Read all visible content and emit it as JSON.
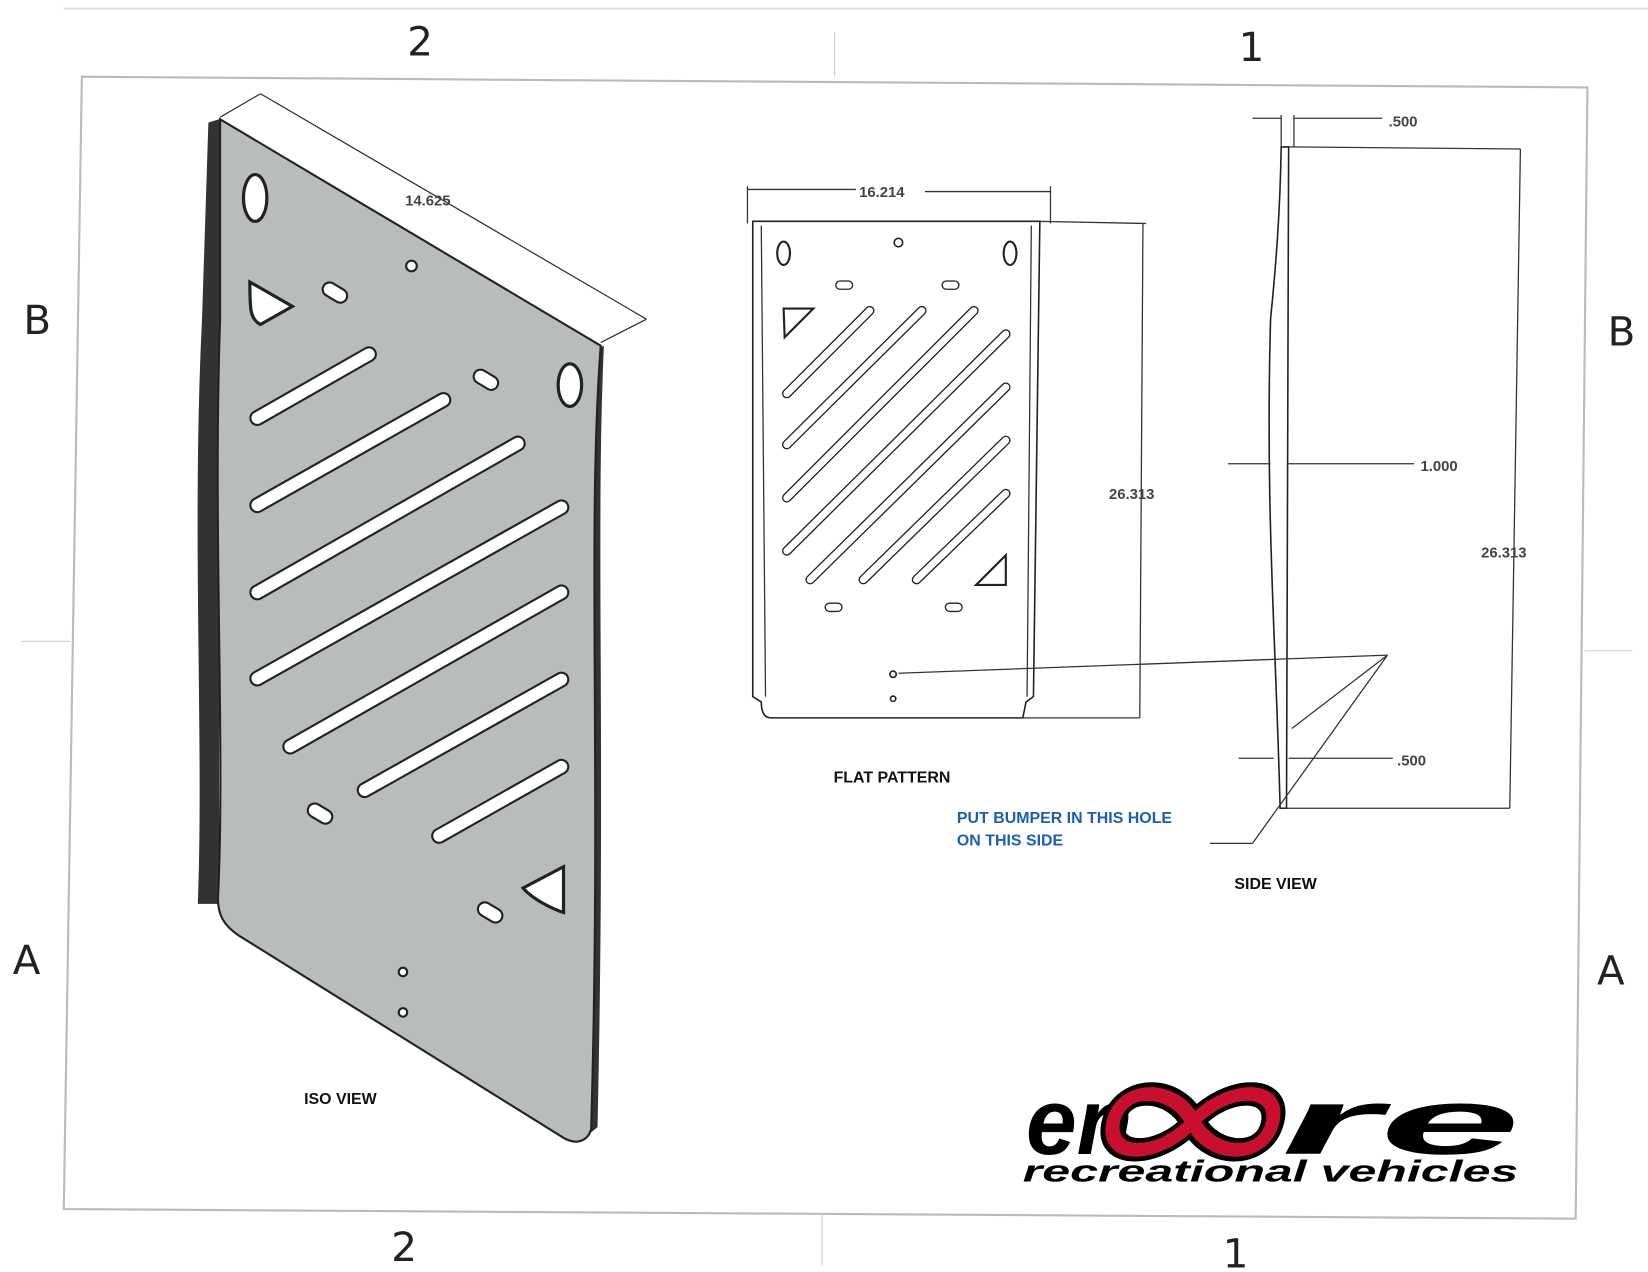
{
  "zones": {
    "top_left": "2",
    "top_right": "1",
    "bottom_left": "2",
    "bottom_right": "1",
    "left_upper": "B",
    "left_lower": "A",
    "right_upper": "B",
    "right_lower": "A"
  },
  "views": {
    "iso": "ISO VIEW",
    "flat": "FLAT PATTERN",
    "side": "SIDE VIEW"
  },
  "dimensions": {
    "iso_width": "14.625",
    "flat_width": "16.214",
    "flat_height": "26.313",
    "side_top": ".500",
    "side_mid": "1.000",
    "side_height": "26.313",
    "side_bottom": ".500"
  },
  "note": {
    "line1": "PUT BUMPER IN THIS HOLE",
    "line2": "ON THIS SIDE"
  },
  "logo": {
    "name": "encore",
    "tagline": "recreational vehicles"
  },
  "colors": {
    "note": "#1a5fb4",
    "logo_red": "#c8102e",
    "plate": "#b9bdba"
  }
}
